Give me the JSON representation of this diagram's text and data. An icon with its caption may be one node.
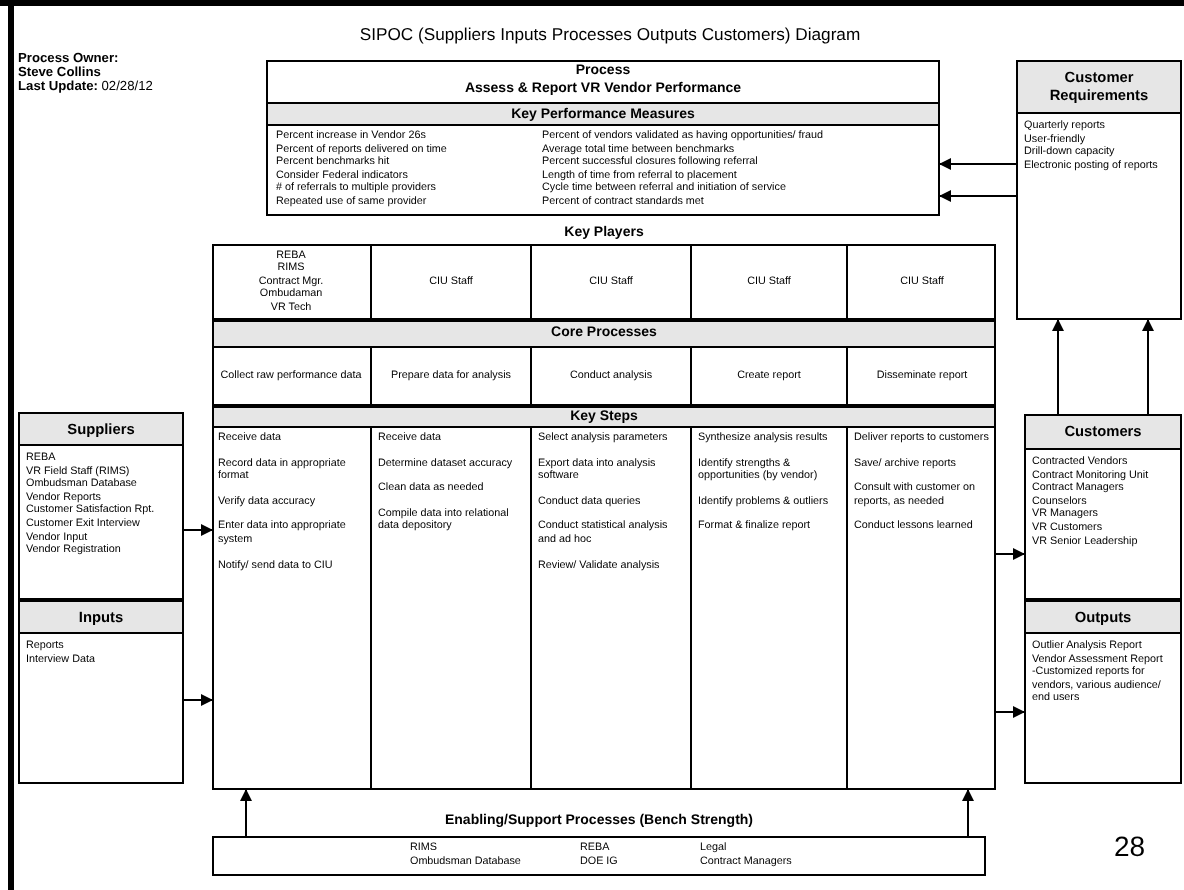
{
  "diagram": {
    "title": "SIPOC (Suppliers Inputs Processes Outputs Customers) Diagram",
    "nodes": [
      {
        "text": [
          "Process",
          "Assess & Report VR Vendor Performance"
        ]
      },
      {
        "text": [
          "Key Performance Measures",
          "Percent increase in Vendor 26s",
          "Percent of reports delivered on time",
          "Percent benchmarks hit",
          "Consider Federal indicators",
          "# of referrals to multiple providers",
          "Repeated use of same provider",
          "Percent of vendors validated as having opportunities/ fraud",
          "Average total time between benchmarks",
          "Percent successful closures following referral",
          "Length of time from referral to placement",
          "Cycle time between referral and initiation of service",
          "Percent of contract standards met"
        ]
      },
      {
        "text": [
          "Key Players"
        ]
      },
      {
        "text": [
          "REBA",
          "RIMS",
          "Contract Mgr.",
          "Ombudaman",
          "VR Tech"
        ],
        "in": 2
      },
      {
        "text": [
          "CIU Staff"
        ],
        "in": 2
      },
      {
        "text": [
          "CIU Staff"
        ],
        "in": 2
      },
      {
        "text": [
          "CIU Staff"
        ],
        "in": 2
      },
      {
        "text": [
          "CIU Staff"
        ],
        "in": 2
      },
      {
        "text": [
          "Core Processes"
        ]
      },
      {
        "text": [
          "Collect raw performance data"
        ],
        "in": 8
      },
      {
        "text": [
          "Prepare data for analysis"
        ],
        "in": 8
      },
      {
        "text": [
          "Conduct analysis"
        ],
        "in": 8
      },
      {
        "text": [
          "Create report"
        ],
        "in": 8
      },
      {
        "text": [
          "Disseminate report"
        ],
        "in": 8
      },
      {
        "text": [
          "Key Steps"
        ]
      },
      {
        "text": [
          "Receive data",
          "Record data in appropriate format",
          "Verify data accuracy",
          "Enter data into appropriate system",
          "Notify/ send data to CIU"
        ],
        "in": 14
      },
      {
        "text": [
          "Receive data",
          "Determine dataset accuracy",
          "Clean data as needed",
          "Compile data into relational data depository"
        ],
        "in": 14
      },
      {
        "text": [
          "Select analysis parameters",
          "Export data into analysis software",
          "Conduct data queries",
          "Conduct statistical analysis and ad hoc",
          "Review/ Validate analysis"
        ],
        "in": 14
      },
      {
        "text": [
          "Synthesize analysis results",
          "Identify strengths & opportunities (by vendor)",
          "Identify problems & outliers",
          "Format & finalize report"
        ],
        "in": 14
      },
      {
        "text": [
          "Deliver reports to customers",
          "Save/ archive reports",
          "Consult with customer on reports, as needed",
          "Conduct lessons learned"
        ],
        "in": 14
      },
      {
        "text": [
          "Suppliers",
          "REBA",
          "VR Field Staff (RIMS)",
          "Ombudsman Database",
          "Vendor Reports",
          "Customer Satisfaction Rpt.",
          "Customer Exit Interview",
          "Vendor Input",
          "Vendor Registration"
        ]
      },
      {
        "text": [
          "Inputs",
          "Reports",
          "Interview Data"
        ]
      },
      {
        "text": [
          "Customer Requirements",
          "Quarterly reports",
          "User-friendly",
          "Drill-down capacity",
          "Electronic posting of reports"
        ]
      },
      {
        "text": [
          "Customers",
          "Contracted Vendors",
          "Contract Monitoring Unit",
          "Contract Managers",
          "Counselors",
          "VR Managers",
          "VR Customers",
          "VR Senior Leadership"
        ]
      },
      {
        "text": [
          "Outputs",
          "Outlier Analysis Report",
          "Vendor Assessment Report",
          "-Customized reports for vendors, various audience/ end users"
        ]
      },
      {
        "text": [
          "Enabling/Support Processes (Bench Strength)",
          "RIMS",
          "Ombudsman Database",
          "REBA",
          "DOE IG",
          "Legal",
          "Contract Managers"
        ]
      }
    ],
    "edges": [
      {
        "from": 20,
        "to": 14,
        "arrow": "to"
      },
      {
        "from": 21,
        "to": 14,
        "arrow": "to"
      },
      {
        "from": 14,
        "to": 23,
        "arrow": "to"
      },
      {
        "from": 14,
        "to": 24,
        "arrow": "to"
      },
      {
        "from": 22,
        "to": 1,
        "arrow": "to"
      },
      {
        "from": 22,
        "to": 1,
        "arrow": "to"
      },
      {
        "from": 23,
        "to": 22,
        "arrow": "to"
      },
      {
        "from": 23,
        "to": 22,
        "arrow": "to"
      },
      {
        "from": 25,
        "to": 14,
        "arrow": "to"
      },
      {
        "from": 25,
        "to": 14,
        "arrow": "to"
      }
    ],
    "labels": [
      "Process Owner:",
      "Steve Collins",
      "**Last Update:** 02/28/12",
      "28"
    ]
  }
}
